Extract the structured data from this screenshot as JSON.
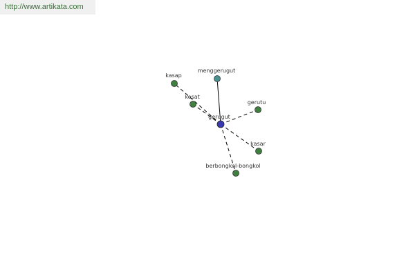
{
  "banner": {
    "url_text": "http://www.artikata.com"
  },
  "graph": {
    "center": {
      "label": "gerugut",
      "color": "#3a3ab0"
    },
    "nodes": [
      {
        "id": "menggerugut",
        "label": "menggerugut",
        "color": "#4a9090",
        "edge": "solid"
      },
      {
        "id": "kasap",
        "label": "kasap",
        "color": "#3f7f3f",
        "edge": "dashed"
      },
      {
        "id": "kesat",
        "label": "kesat",
        "color": "#3f7f3f",
        "edge": "dashed"
      },
      {
        "id": "gerutu",
        "label": "gerutu",
        "color": "#3f7f3f",
        "edge": "dashed"
      },
      {
        "id": "kasar",
        "label": "kasar",
        "color": "#3f7f3f",
        "edge": "dashed"
      },
      {
        "id": "berbongkol-bongkol",
        "label": "berbongkol-bongkol",
        "color": "#3f7f3f",
        "edge": "dashed"
      }
    ]
  }
}
